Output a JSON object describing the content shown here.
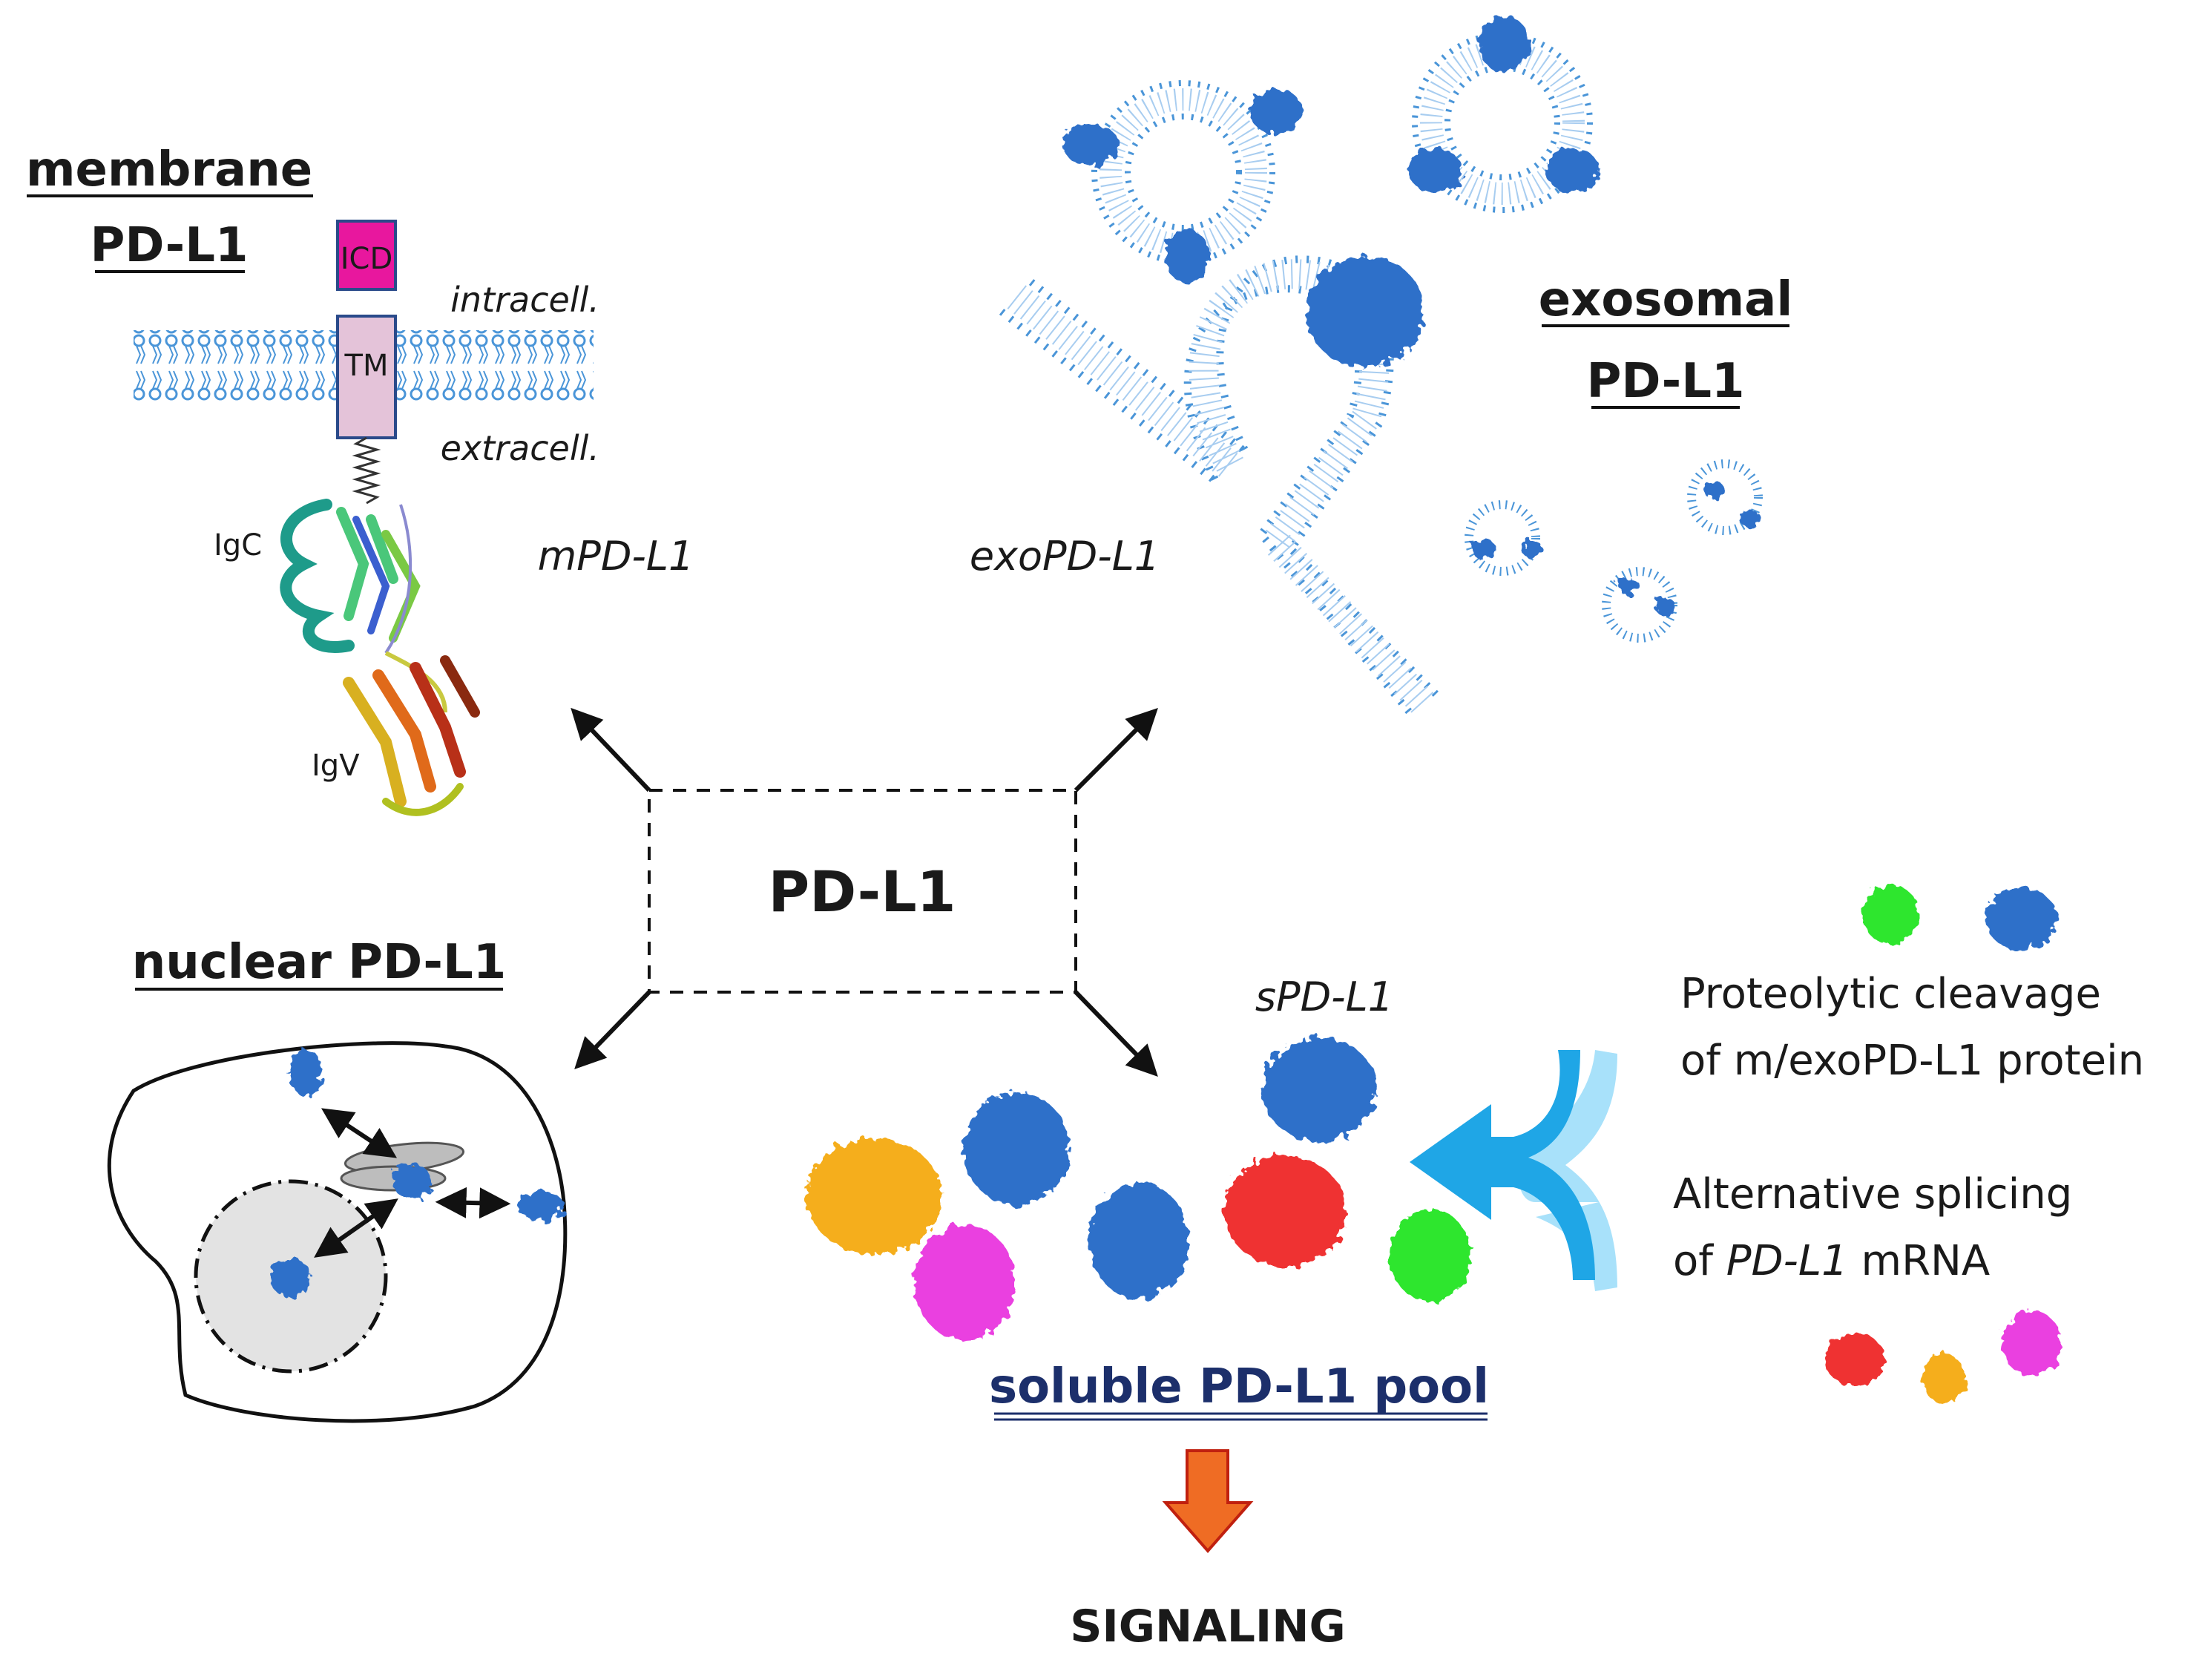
{
  "labels": {
    "membrane_line1": "membrane",
    "membrane_line2": "PD-L1",
    "icd": "ICD",
    "tm": "TM",
    "intracell": "intracell.",
    "extracell": "extracell.",
    "igc": "IgC",
    "igv": "IgV",
    "mpdl1": "mPD-L1",
    "exopdl1": "exoPD-L1",
    "exosomal_line1": "exosomal",
    "exosomal_line2": "PD-L1",
    "center": "PD-L1",
    "nuclear": "nuclear PD-L1",
    "spdl1": "sPD-L1",
    "proteolytic_line1": "Proteolytic cleavage",
    "proteolytic_line2": "of m/exoPD-L1 protein",
    "splicing_line1": "Alternative splicing",
    "splicing_line2_prefix": "of ",
    "splicing_line2_italic": "PD-L1",
    "splicing_line2_suffix": " mRNA",
    "soluble_pool": "soluble PD-L1 pool",
    "signaling": "SIGNALING"
  },
  "colors": {
    "lipid_blue": "#4a95d8",
    "protein_blue": "#2d6fc9",
    "icd_magenta": "#e8179e",
    "tm_pink": "#e4c3d9",
    "cyan_arrow": "#1fa6e6",
    "orange_arrow": "#ef6c24",
    "blob_yellow": "#f5ae1d",
    "blob_magenta": "#ea3fe0",
    "blob_red": "#ef3232",
    "blob_green": "#2ee62e",
    "pool_text": "#1c2f6b"
  }
}
